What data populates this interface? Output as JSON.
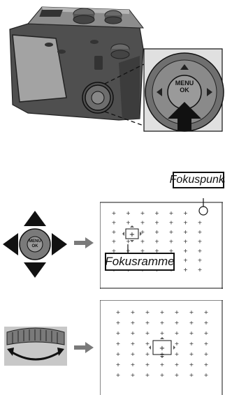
{
  "camera_illustration": {
    "button_label_line1": "MENU",
    "button_label_line2": "OK"
  },
  "focus_diagram": {
    "labels": {
      "focus_point": "Fokuspunkt",
      "focus_frame": "Fokusramme"
    },
    "selector_label_line1": "MENU",
    "selector_label_line2": "OK"
  },
  "colors": {
    "camera_body": "#5a5a5a",
    "camera_top": "#8a8a8a",
    "screen": "#9c9c9c",
    "accent_arrow": "#111111",
    "grid_dots": "#222222",
    "frame_lines": "#222222"
  },
  "icons": [
    "camera-icon",
    "selector-button-icon",
    "press-arrow-icon",
    "four-way-arrow-icon",
    "right-arrow-icon",
    "command-dial-icon"
  ]
}
